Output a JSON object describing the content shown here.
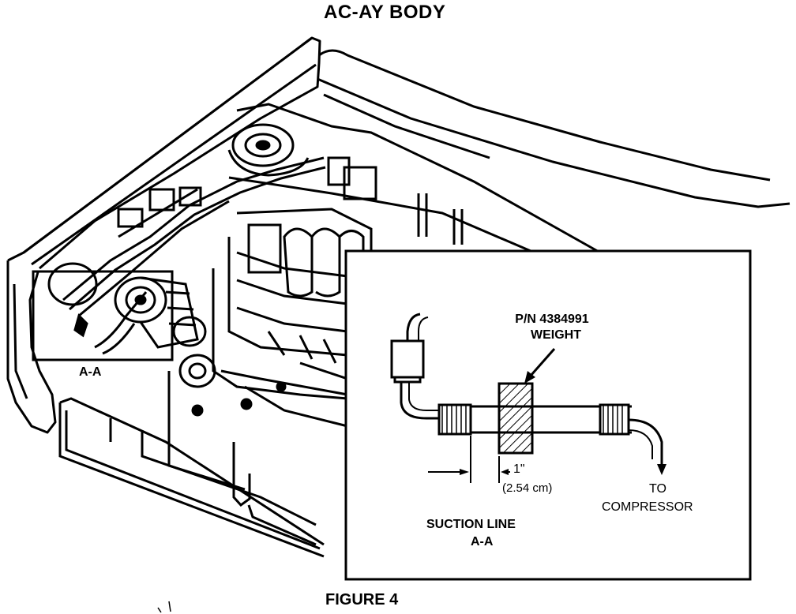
{
  "title": "AC-AY BODY",
  "caption": "FIGURE 4",
  "engine_view": {
    "detail_marker": "A-A"
  },
  "inset": {
    "part_number": "P/N 4384991",
    "part_name": "WEIGHT",
    "dimension_in": "1\"",
    "dimension_cm": "(2.54 cm)",
    "direction_to": "TO",
    "direction_target": "COMPRESSOR",
    "section_label": "SUCTION LINE",
    "section_id": "A-A"
  }
}
